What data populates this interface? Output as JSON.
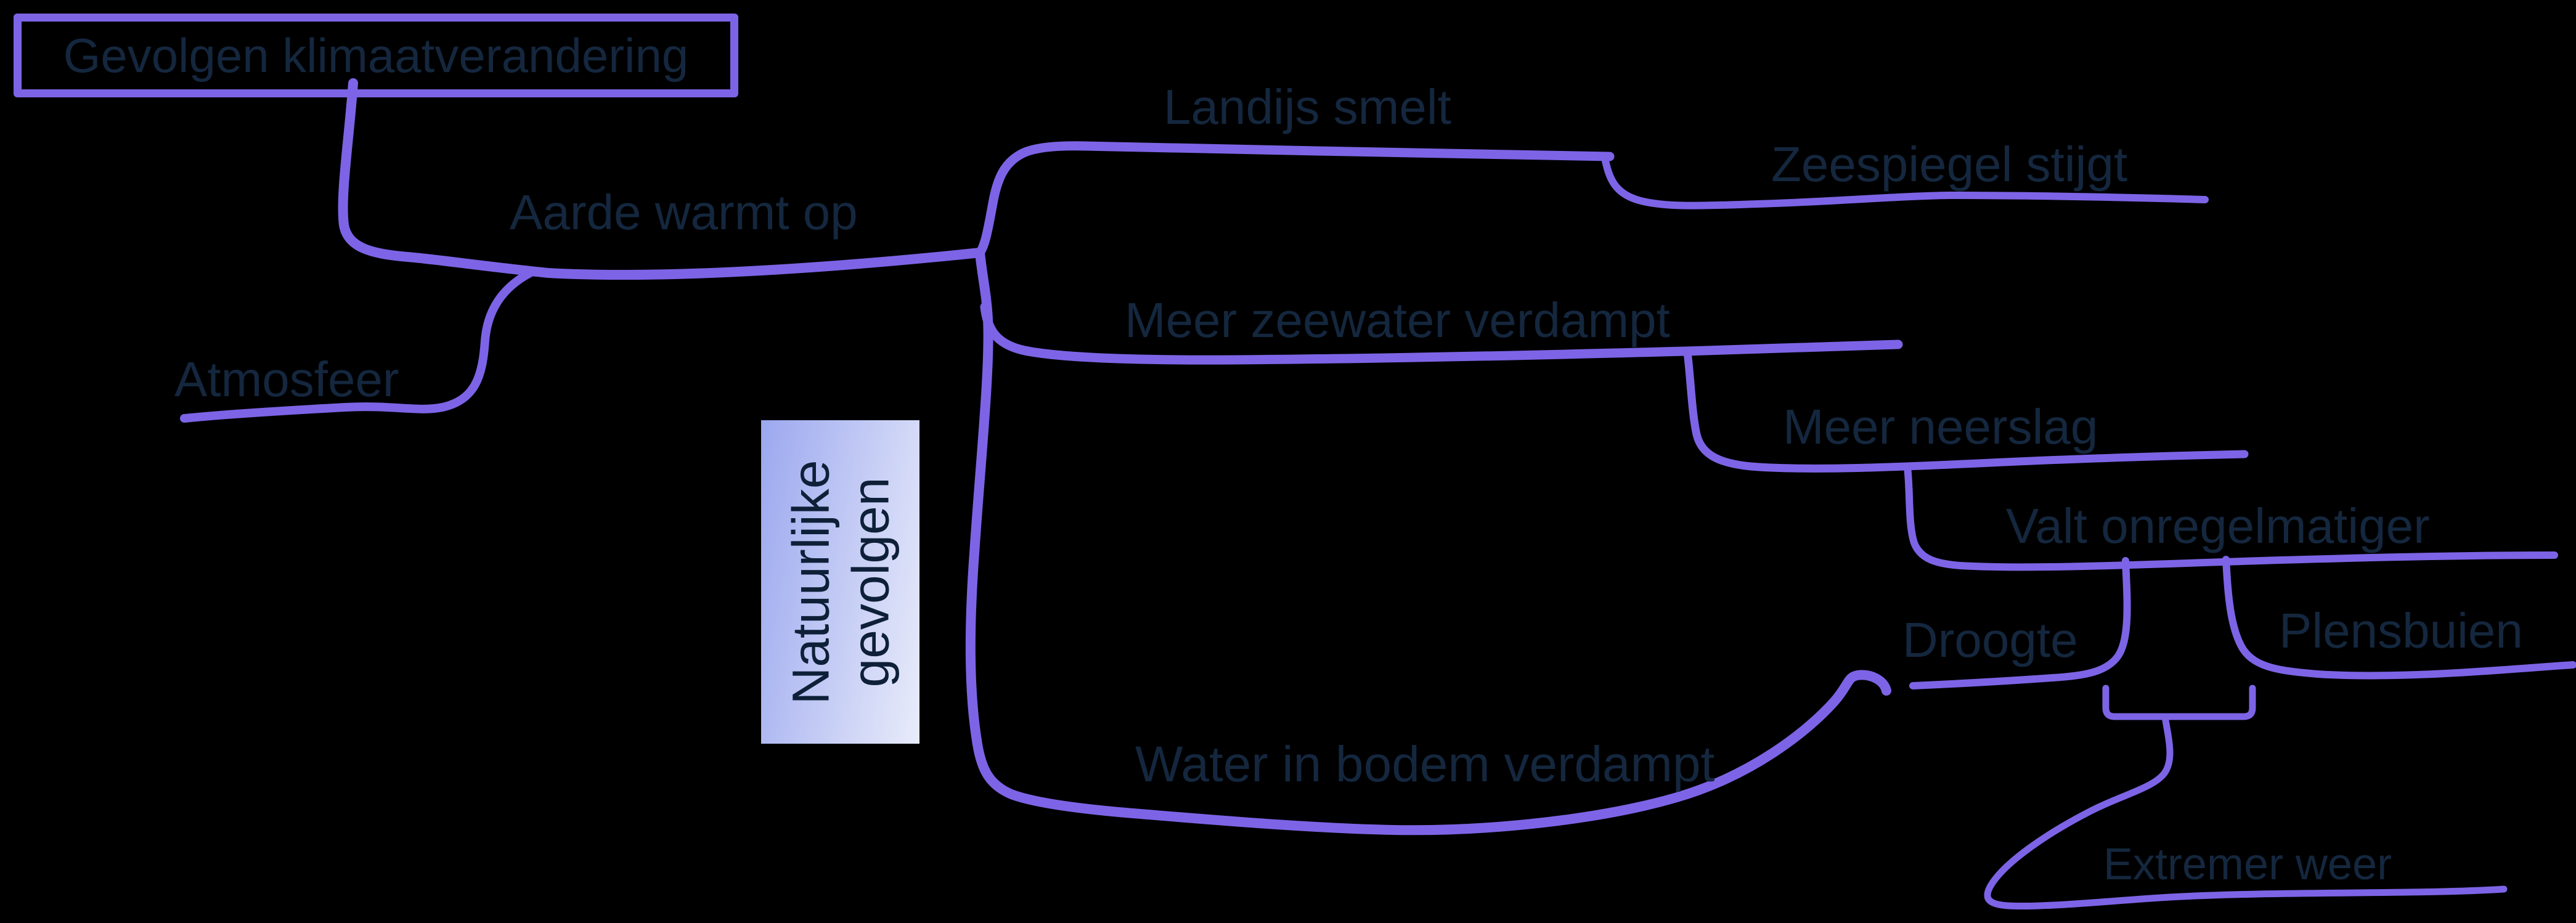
{
  "mindmap": {
    "background_color": "#000000",
    "branch_color": "#7d64e6",
    "label_color": "#14273e",
    "root": {
      "label": "Gevolgen klimaatverandering"
    },
    "nodes": {
      "aarde": "Aarde warmt op",
      "atmosfeer": "Atmosfeer",
      "landijs": "Landijs smelt",
      "zeespiegel": "Zeespiegel stijgt",
      "zeewater": "Meer zeewater verdampt",
      "neerslag": "Meer neerslag",
      "valt": "Valt onregelmatiger",
      "droogte": "Droogte",
      "plensbuien": "Plensbuien",
      "extremer": "Extremer weer",
      "waterbodem": "Water in bodem verdampt"
    },
    "category_box": {
      "line1": "Natuurlijke",
      "line2": "gevolgen",
      "gradient_from": "#9ba8ef",
      "gradient_to": "#e9ecfa",
      "text_color": "#0e2038"
    }
  }
}
